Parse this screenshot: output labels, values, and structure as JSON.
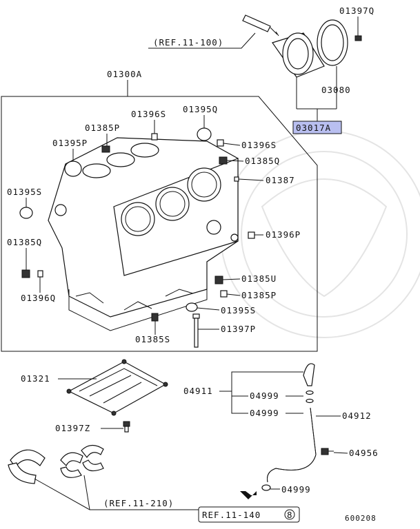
{
  "labels": {
    "ref_11_100": "(REF.11-100)",
    "p_01397Q": "01397Q",
    "p_03080": "03080",
    "p_03017A": "03017A",
    "p_01300A": "01300A",
    "p_01396S_top": "01396S",
    "p_01395Q": "01395Q",
    "p_01385P_top": "01385P",
    "p_01395P": "01395P",
    "p_01396S_right": "01396S",
    "p_01385Q_right": "01385Q",
    "p_01387": "01387",
    "p_01395S_left": "01395S",
    "p_01396P": "01396P",
    "p_01385Q_left": "01385Q",
    "p_01385U": "01385U",
    "p_01396Q": "01396Q",
    "p_01385P_bot": "01385P",
    "p_01395S_bot": "01395S",
    "p_01397P": "01397P",
    "p_01385S": "01385S",
    "p_01321": "01321",
    "p_04911": "04911",
    "p_04999_a": "04999",
    "p_04999_b": "04999",
    "p_04912": "04912",
    "p_01397Z": "01397Z",
    "p_04956": "04956",
    "p_04999_c": "04999",
    "ref_11_210": "(REF.11-210)",
    "ref_11_140": "REF.11-140",
    "ref_11_140_num": "8",
    "diagram_code": "600208"
  },
  "colors": {
    "highlight": "#b9bff0",
    "line": "#111111"
  }
}
